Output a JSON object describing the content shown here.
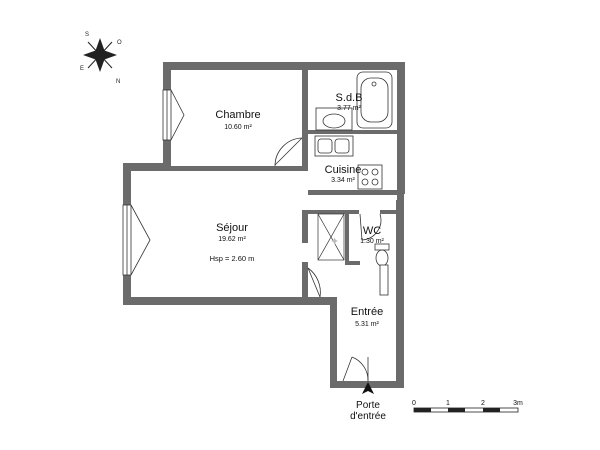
{
  "rooms": {
    "chambre": {
      "name": "Chambre",
      "area": "10.60 m²"
    },
    "sdb": {
      "name": "S.d.B",
      "area": "3.77 m²"
    },
    "cuisine": {
      "name": "Cuisine",
      "area": "3.34 m²"
    },
    "sejour": {
      "name": "Séjour",
      "area": "19.62 m²",
      "hsp": "Hsp = 2.60 m"
    },
    "wc": {
      "name": "WC",
      "area": "1.30 m²"
    },
    "entree": {
      "name": "Entrée",
      "area": "5.31 m²"
    }
  },
  "entrance": {
    "line1": "Porte",
    "line2": "d'entrée"
  },
  "scale": {
    "labels": [
      "0",
      "1",
      "2",
      "3m"
    ]
  },
  "compass": {
    "labels": [
      "S",
      "O",
      "N",
      "E"
    ]
  },
  "colors": {
    "wall": "#6b6b6b",
    "line": "#333333",
    "background": "#ffffff"
  }
}
